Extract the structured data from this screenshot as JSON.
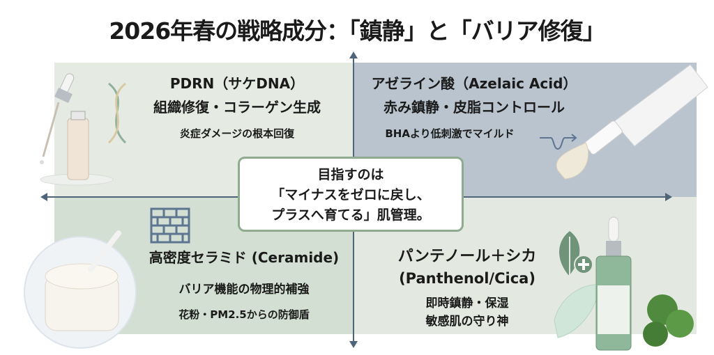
{
  "title": "2026年春の戦略成分：「鎮静」と「バリア修復」",
  "quadrants": {
    "top_left": {
      "name": "PDRN（サケDNA）",
      "benefit": "組織修復・コラーゲン生成",
      "note": "炎症ダメージの根本回復"
    },
    "top_right": {
      "name": "アゼライン酸（Azelaic Acid）",
      "benefit": "赤み鎮静・皮脂コントロール",
      "note": "BHAより低刺激でマイルド"
    },
    "bottom_left": {
      "name": "高密度セラミド (Ceramide)",
      "benefit": "バリア機能の物理的補強",
      "note": "花粉・PM2.5からの防御盾"
    },
    "bottom_right": {
      "name": "パンテノール＋シカ",
      "name_en": "(Panthenol/Cica)",
      "benefit": "即時鎮静・保湿",
      "note": "敏感肌の守り神"
    }
  },
  "center": {
    "line1": "目指すのは",
    "line2": "「マイナスをゼロに戻し、",
    "line3": "プラスへ育てる」肌管理。"
  },
  "colors": {
    "tl": "#e5ebe3",
    "tr": "#b9c4cf",
    "bl": "#d3dfd2",
    "br": "#e3e9e1",
    "axis": "#4e6478",
    "center_border": "#8fab8f"
  }
}
